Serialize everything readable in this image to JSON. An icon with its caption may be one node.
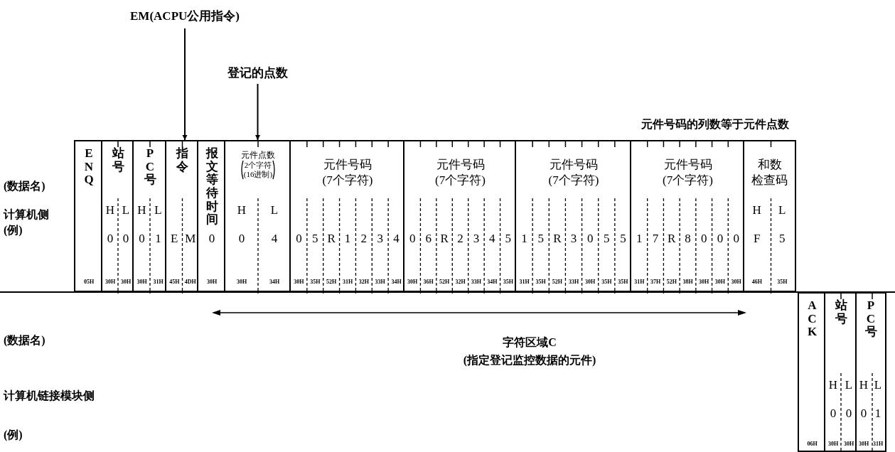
{
  "diagram": {
    "nodes": [
      {
        "text": [
          "EM(ACPU公用指令)"
        ]
      },
      {
        "text": [
          "登记的点数"
        ]
      },
      {
        "text": [
          "ENQ",
          "05H"
        ]
      },
      {
        "text": [
          "站号",
          "H",
          "L",
          "0",
          "0",
          "30H",
          "30H"
        ]
      },
      {
        "text": [
          "PC号",
          "H",
          "L",
          "0",
          "1",
          "30H",
          "31H"
        ]
      },
      {
        "text": [
          "指令",
          "E",
          "M",
          "45H",
          "4DH"
        ]
      },
      {
        "text": [
          "报文等待时间",
          "0",
          "30H"
        ]
      },
      {
        "text": [
          "元件点数",
          "2个字符",
          "(16进制)",
          "H",
          "L",
          "0",
          "4",
          "30H",
          "34H"
        ]
      },
      {
        "text": [
          "元件号码",
          "(7个字符)",
          "0",
          "5",
          "R",
          "1",
          "2",
          "3",
          "4",
          "30H",
          "35H",
          "52H",
          "31H",
          "32H",
          "33H",
          "34H"
        ]
      },
      {
        "text": [
          "元件号码",
          "(7个字符)",
          "0",
          "6",
          "R",
          "2",
          "3",
          "4",
          "5",
          "30H",
          "36H",
          "52H",
          "32H",
          "33H",
          "34H",
          "35H"
        ]
      },
      {
        "text": [
          "元件号码",
          "(7个字符)",
          "1",
          "5",
          "R",
          "3",
          "0",
          "5",
          "5",
          "31H",
          "35H",
          "52H",
          "33H",
          "30H",
          "35H",
          "35H"
        ]
      },
      {
        "text": [
          "元件号码",
          "(7个字符)",
          "1",
          "7",
          "R",
          "8",
          "0",
          "0",
          "0",
          "31H",
          "37H",
          "52H",
          "38H",
          "30H",
          "30H",
          "30H"
        ]
      },
      {
        "text": [
          "和数",
          "检查码",
          "H",
          "L",
          "F",
          "5",
          "46H",
          "35H"
        ]
      },
      {
        "text": [
          "ACK",
          "06H"
        ]
      },
      {
        "text": [
          "站号",
          "H",
          "L",
          "0",
          "0",
          "30H",
          "30H"
        ]
      },
      {
        "text": [
          "PC号",
          "H",
          "L",
          "0",
          "1",
          "30H",
          "31H"
        ]
      }
    ],
    "edges": [
      {
        "from": 0,
        "to": 5,
        "arrow": "to"
      },
      {
        "from": 1,
        "to": 7,
        "arrow": "to"
      }
    ],
    "labels": [
      "元件号码的列数等于元件点数",
      "(数据名)",
      "计算机侧",
      "(例)",
      "(数据名)",
      "字符区域C",
      "(指定登记监控数据的元件)",
      "计算机链接模块侧",
      "(例)"
    ]
  }
}
